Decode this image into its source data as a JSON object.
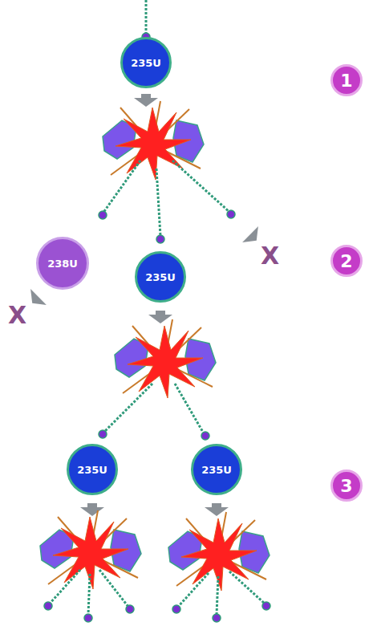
{
  "diagram": {
    "nodes": [
      {
        "text": [
          "235U"
        ]
      },
      {
        "text": [
          "1"
        ]
      },
      {
        "text": [
          "238U"
        ]
      },
      {
        "text": [
          "235U"
        ]
      },
      {
        "text": [
          "2"
        ]
      },
      {
        "text": [
          "235U"
        ]
      },
      {
        "text": [
          "235U"
        ]
      },
      {
        "text": [
          "3"
        ]
      }
    ],
    "labels": [
      "X",
      "X"
    ]
  }
}
